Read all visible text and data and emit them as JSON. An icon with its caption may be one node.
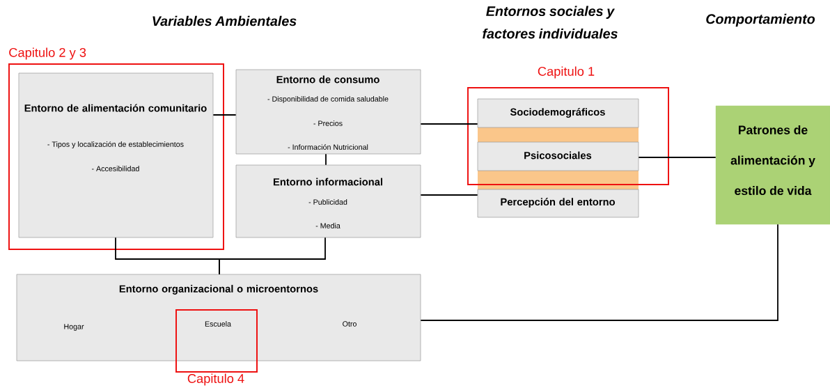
{
  "diagram": {
    "nodes": [
      {
        "text": [
          "Capitulo 2 y 3"
        ]
      },
      {
        "text": [
          "Entorno de alimentación comunitario",
          "- Tipos y localización de establecimientos",
          "- Accesibilidad"
        ],
        "in": 0
      },
      {
        "text": [
          "Entorno de consumo",
          "- Disponibilidad de comida saludable",
          "- Precios",
          "- Información Nutricional"
        ]
      },
      {
        "text": [
          "Entorno informacional",
          "- Publicidad",
          "- Media"
        ]
      },
      {
        "text": [
          "Capitulo 1"
        ]
      },
      {
        "text": [
          "Sociodemográficos"
        ],
        "in": 4
      },
      {
        "text": [
          "Psicosociales"
        ],
        "in": 4
      },
      {
        "text": [
          "Percepción del entorno"
        ]
      },
      {
        "text": [
          "Patrones de alimentación y estilo de vida"
        ]
      },
      {
        "text": [
          "Entorno organizacional o microentornos",
          "Hogar",
          "Otro"
        ]
      },
      {
        "text": [
          "Escuela",
          "Capitulo 4"
        ]
      }
    ],
    "edges": [
      {
        "from": 1,
        "to": 2,
        "arrow": "none"
      },
      {
        "from": 2,
        "to": 3,
        "arrow": "none"
      },
      {
        "from": 2,
        "to": 5,
        "arrow": "none"
      },
      {
        "from": 3,
        "to": 7,
        "arrow": "none"
      },
      {
        "from": 6,
        "to": 8,
        "arrow": "none"
      },
      {
        "from": 1,
        "to": 9,
        "arrow": "none"
      },
      {
        "from": 3,
        "to": 9,
        "arrow": "none"
      },
      {
        "from": 9,
        "to": 8,
        "arrow": "none"
      }
    ],
    "labels": [
      "Variables Ambientales",
      "Entornos sociales y factores individuales",
      "Comportamiento"
    ]
  }
}
